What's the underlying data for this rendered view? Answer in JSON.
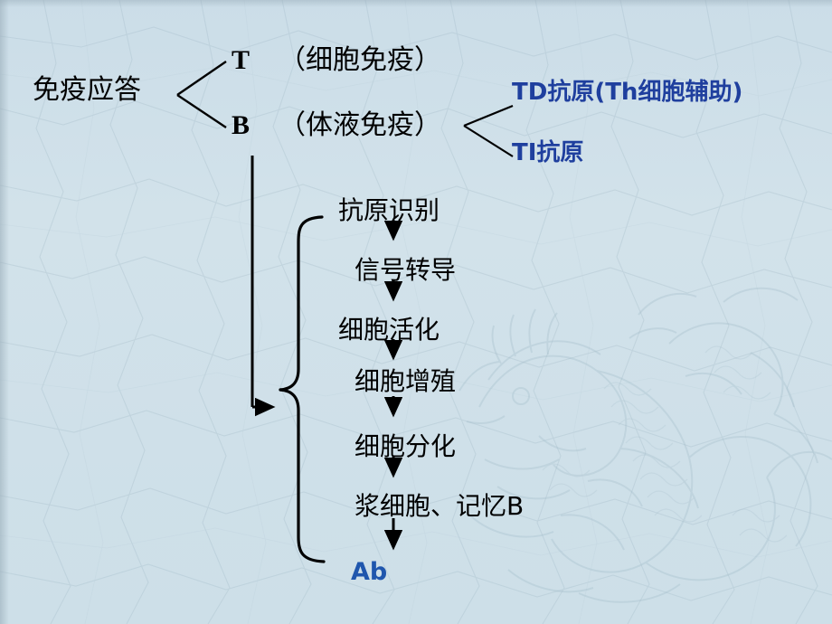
{
  "slide": {
    "title": "免疫应答 (Immune Response) flow diagram",
    "background_color": "#cfe0e9",
    "watermark": "dragon-watermark"
  },
  "colors": {
    "text": "#000000",
    "accent_blue": "#1f3f9e",
    "ab_blue": "#1f56ad",
    "background": "#cfe0e9",
    "line": "#000000"
  },
  "root": {
    "label": "免疫应答"
  },
  "branches": [
    {
      "key": "T",
      "letter": "T",
      "paren": "（细胞免疫）"
    },
    {
      "key": "B",
      "letter": "B",
      "paren": "（体液免疫）"
    }
  ],
  "antigen_types": {
    "td": "TD抗原(Th细胞辅助)",
    "ti": "TI抗原"
  },
  "flow": {
    "steps": [
      {
        "label": "抗原识别"
      },
      {
        "label": "信号转导"
      },
      {
        "label": "细胞活化"
      },
      {
        "label": "细胞增殖"
      },
      {
        "label": "细胞分化"
      },
      {
        "label": "浆细胞、记忆B"
      },
      {
        "label": "Ab"
      }
    ]
  }
}
